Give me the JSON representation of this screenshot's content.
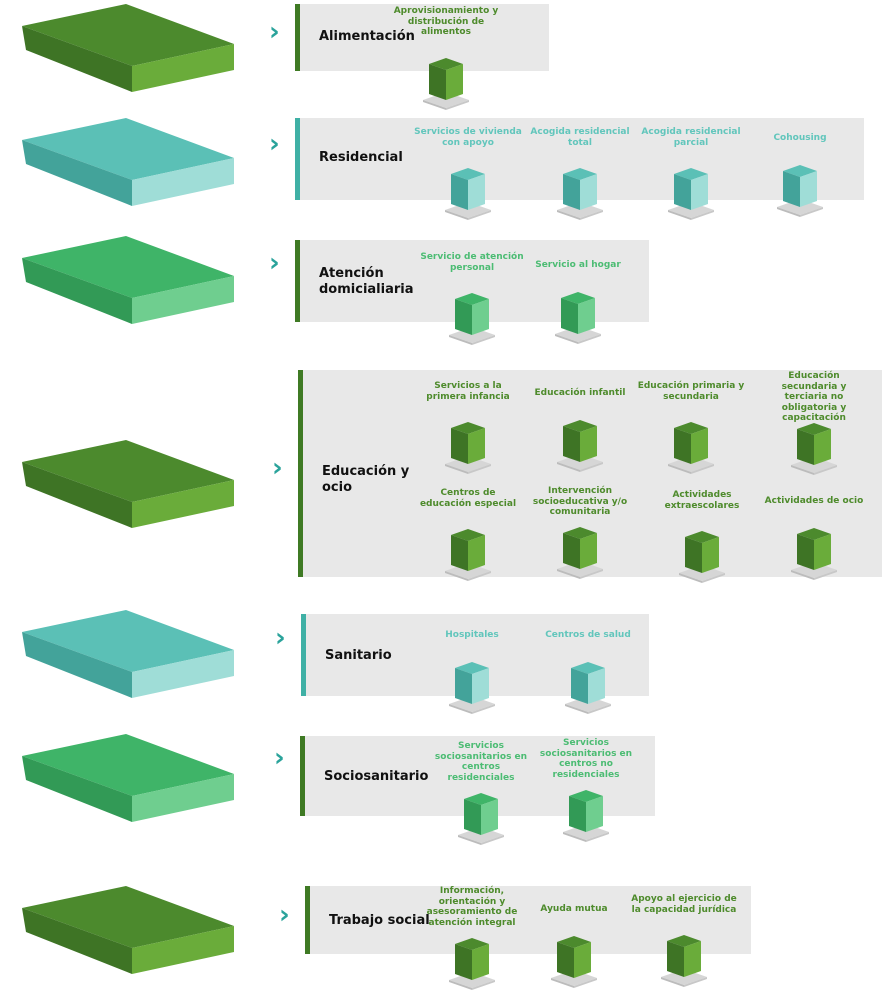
{
  "colors": {
    "dark_green": "#4e8b2c",
    "teal": "#62c6bc",
    "mid_green": "#4cbc73",
    "panel_bg": "#e8e8e8",
    "pedestal": "#d6d6d6"
  },
  "categories": [
    {
      "label": "Alimentación",
      "color": "dark_green",
      "items": [
        "Aprovisionamiento y distribución de alimentos"
      ]
    },
    {
      "label": "Residencial",
      "color": "teal",
      "items": [
        "Servicios de vivienda con apoyo",
        "Acogida residencial total",
        "Acogida residencial parcial",
        "Cohousing"
      ]
    },
    {
      "label": "Atención domicialiaria",
      "color": "mid_green",
      "items": [
        "Servicio de atención personal",
        "Servicio al hogar"
      ]
    },
    {
      "label": "Educación y ocio",
      "color": "dark_green",
      "items": [
        "Servicios a la primera infancia",
        "Educación infantil",
        "Educación primaria y secundaria",
        "Educación secundaria y terciaria no obligatoria y capacitación",
        "Centros de educación especial",
        "Intervención socioeducativa y/o comunitaria",
        "Actividades extraescolares",
        "Actividades de ocio"
      ]
    },
    {
      "label": "Sanitario",
      "color": "teal",
      "items": [
        "Hospitales",
        "Centros de salud"
      ]
    },
    {
      "label": "Sociosanitario",
      "color": "mid_green",
      "items": [
        "Servicios sociosanitarios en centros residenciales",
        "Servicios sociosanitarios en centros no residenciales"
      ]
    },
    {
      "label": "Trabajo social",
      "color": "dark_green",
      "items": [
        "Información, orientación y asesoramiento de atención integral",
        "Ayuda mutua",
        "Apoyo al ejercicio de la capacidad jurídica"
      ]
    }
  ]
}
